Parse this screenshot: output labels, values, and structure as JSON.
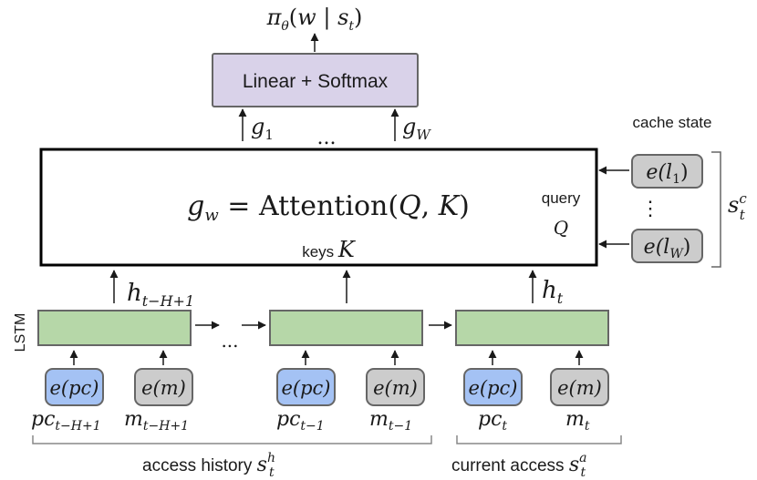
{
  "output": {
    "policy_text": "πθ(w | st)",
    "policy_pi": "π",
    "policy_theta": "θ",
    "policy_open": "(",
    "policy_w": "w",
    "policy_bar": " | ",
    "policy_s": "s",
    "policy_t": "t",
    "policy_close": ")"
  },
  "linear_softmax": {
    "label": "Linear + Softmax"
  },
  "attention_outputs": {
    "g1_base": "g",
    "g1_sub": "1",
    "gW_base": "g",
    "gW_sub": "W",
    "dots": "..."
  },
  "attention": {
    "equation": "gw = Attention(Q, K)",
    "lhs_g": "g",
    "lhs_sub": "w",
    "rhs": " = Attention(",
    "arg_q": "Q",
    "comma": ", ",
    "arg_k": "K",
    "close": ")",
    "query_label": "query",
    "query_symbol": "Q",
    "keys_label": "keys ",
    "keys_symbol": "K"
  },
  "cache": {
    "title": "cache state",
    "items": [
      {
        "e": "e(",
        "l": "l",
        "sub": "1",
        "close": ")"
      },
      {
        "e": "e(",
        "l": "l",
        "sub": "W",
        "close": ")"
      }
    ],
    "vdots": "⋮",
    "state_s": "s",
    "state_t": "t",
    "state_c": "c"
  },
  "lstm": {
    "label": "LSTM",
    "dots": "...",
    "hidden_first_base": "h",
    "hidden_first_sub": "t−H+1",
    "hidden_last_base": "h",
    "hidden_last_sub": "t"
  },
  "embeddings": {
    "pc": "e(pc)",
    "m": "e(m)"
  },
  "inputs": {
    "pc_first_base": "pc",
    "pc_first_sub": "t−H+1",
    "m_first_base": "m",
    "m_first_sub": "t−H+1",
    "pc_mid_base": "pc",
    "pc_mid_sub": "t−1",
    "m_mid_base": "m",
    "m_mid_sub": "t−1",
    "pc_cur_base": "pc",
    "pc_cur_sub": "t",
    "m_cur_base": "m",
    "m_cur_sub": "t"
  },
  "groups": {
    "history_label": "access history ",
    "history_s": "s",
    "history_sup": "h",
    "history_sub": "t",
    "current_label": "current access ",
    "current_s": "s",
    "current_sup": "a",
    "current_sub": "t"
  },
  "colors": {
    "lstm_fill": "#b6d7a8",
    "pc_fill": "#a4c2f4",
    "m_fill": "#cccccc",
    "cache_fill": "#cccccc",
    "softmax_fill": "#d9d2e9",
    "stroke": "#666666"
  }
}
